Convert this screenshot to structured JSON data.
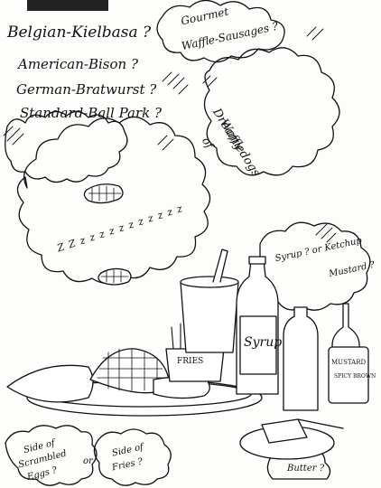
{
  "sketch": {
    "question_list": [
      "Belgian-Kielbasa ?",
      "American-Bison ?",
      "German-Bratwurst ?",
      "Standard-Ball Park ?"
    ],
    "gourmet_line_1": "Gourmet",
    "gourmet_line_2": "Waffle-Sausages ?",
    "dream_line_1": "Dreamy",
    "dream_line_2": "of",
    "dream_line_3": "Waffledogs",
    "snore": "Z Z z z z z z z z z z z z",
    "syrup_ketchup": "Syrup ? or Ketchup",
    "mustard": "Mustard ?",
    "scrambled_1": "Side of",
    "scrambled_2": "Scrambled",
    "scrambled_3": "Eggs ?",
    "or_word": "or",
    "fries_1": "Side of",
    "fries_2": "Fries ?",
    "butter": "Butter ?",
    "fries_box": "FRIES",
    "syrup_bottle": "Syrup",
    "mustard_label": "MUSTARD",
    "mustard_label_2": "SPICY BROWN"
  }
}
